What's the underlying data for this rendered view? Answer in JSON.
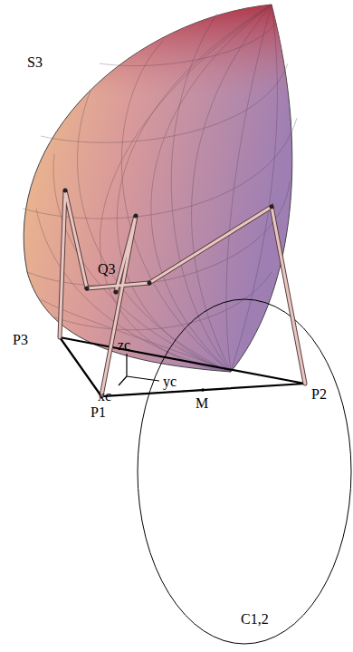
{
  "diagram": {
    "labels": [
      "S3",
      "Q3",
      "P3",
      "zc",
      "xc",
      "yc",
      "P1",
      "M",
      "P2",
      "C1,2"
    ]
  }
}
